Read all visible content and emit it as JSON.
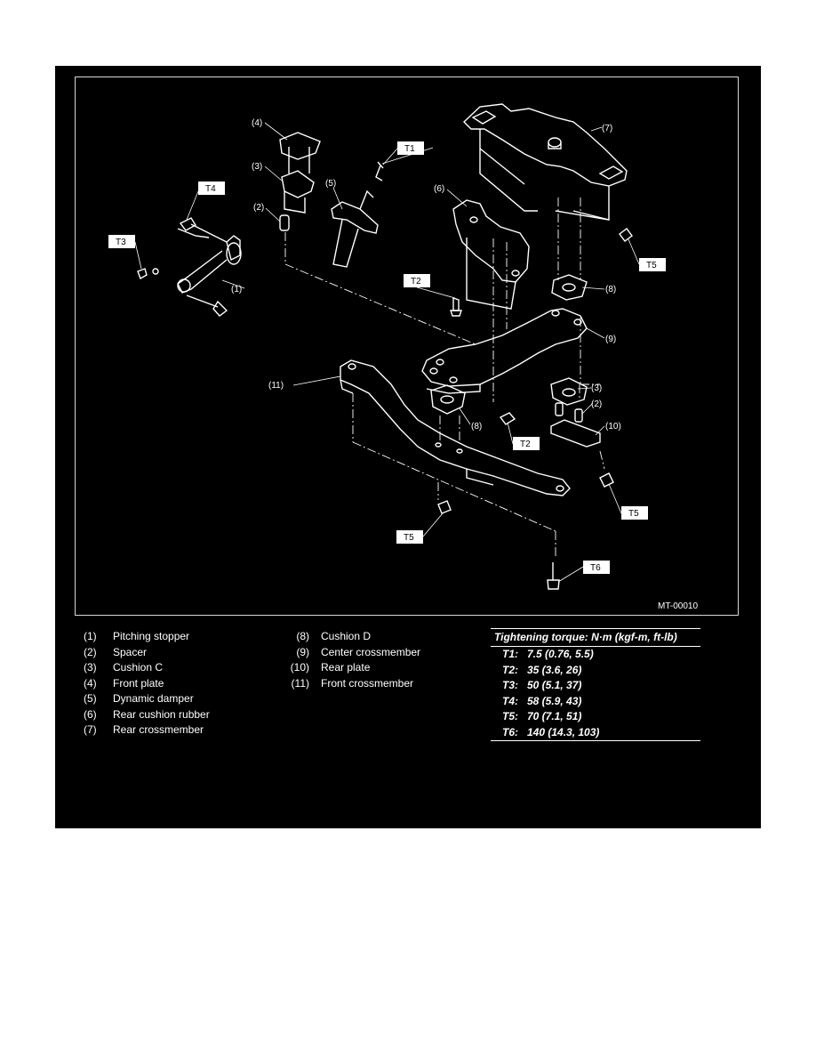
{
  "diagram": {
    "code": "MT-00010",
    "callouts": {
      "c1": "(1)",
      "c2a": "(2)",
      "c2b": "(2)",
      "c3a": "(3)",
      "c3b": "(3)",
      "c4": "(4)",
      "c5": "(5)",
      "c6": "(6)",
      "c7": "(7)",
      "c8a": "(8)",
      "c8b": "(8)",
      "c9": "(9)",
      "c10": "(10)",
      "c11": "(11)"
    },
    "torque_tags": {
      "t1": "T1",
      "t2a": "T2",
      "t2b": "T2",
      "t3": "T3",
      "t4": "T4",
      "t5a": "T5",
      "t5b": "T5",
      "t5c": "T5",
      "t6": "T6"
    }
  },
  "legend_left": [
    {
      "num": "(1)",
      "label": "Pitching stopper"
    },
    {
      "num": "(2)",
      "label": "Spacer"
    },
    {
      "num": "(3)",
      "label": "Cushion C"
    },
    {
      "num": "(4)",
      "label": "Front plate"
    },
    {
      "num": "(5)",
      "label": "Dynamic damper"
    },
    {
      "num": "(6)",
      "label": "Rear cushion rubber"
    },
    {
      "num": "(7)",
      "label": "Rear crossmember"
    }
  ],
  "legend_mid": [
    {
      "num": "(8)",
      "label": "Cushion D"
    },
    {
      "num": "(9)",
      "label": "Center crossmember"
    },
    {
      "num": "(10)",
      "label": "Rear plate"
    },
    {
      "num": "(11)",
      "label": "Front crossmember"
    }
  ],
  "torque": {
    "title": "Tightening torque: N·m (kgf-m, ft-lb)",
    "rows": [
      {
        "key": "T1:",
        "value": "7.5 (0.76, 5.5)"
      },
      {
        "key": "T2:",
        "value": "35 (3.6, 26)"
      },
      {
        "key": "T3:",
        "value": "50 (5.1, 37)"
      },
      {
        "key": "T4:",
        "value": "58 (5.9, 43)"
      },
      {
        "key": "T5:",
        "value": "70 (7.1, 51)"
      },
      {
        "key": "T6:",
        "value": "140 (14.3, 103)"
      }
    ]
  }
}
